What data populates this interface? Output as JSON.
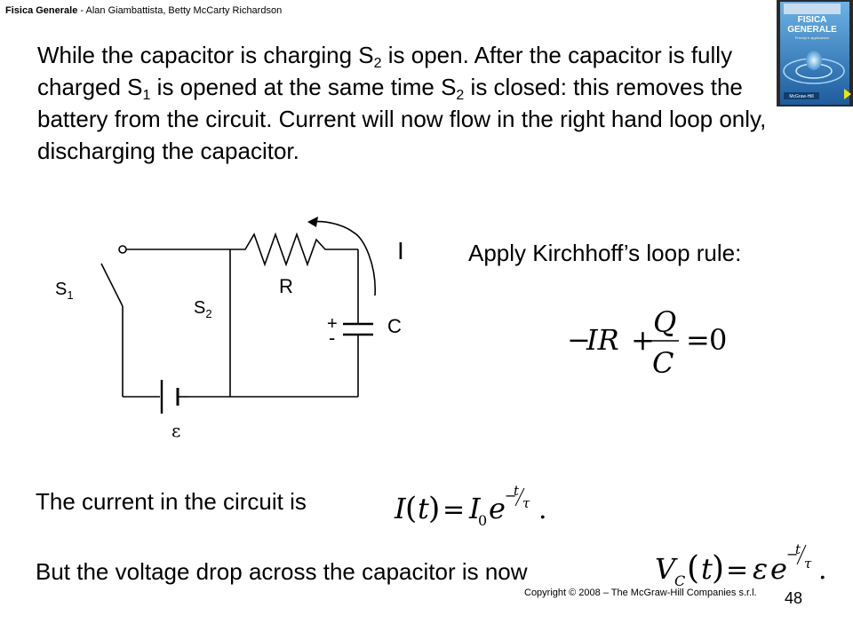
{
  "header": {
    "title_bold": "Fisica Generale",
    "title_rest": " - Alan Giambattista, Betty McCarty Richardson"
  },
  "cover": {
    "title_line1": "FISICA",
    "title_line2": "GENERALE",
    "subtitle": "Principi e applicazioni",
    "publisher": "McGraw-Hill",
    "colors": {
      "top": "#5aa0d8",
      "bottom": "#1d5c9e"
    }
  },
  "intro": {
    "t1": "While the capacitor is charging S",
    "s1": "2",
    "t2": " is open.  After the capacitor is fully charged S",
    "s2": "1",
    "t3": " is opened at the same time S",
    "s3": "2",
    "t4": " is closed: this removes the battery from the circuit.  Current will now flow in the right hand loop only, discharging the capacitor."
  },
  "circuit": {
    "switch1_label": "S",
    "switch1_sub": "1",
    "switch2_label": "S",
    "switch2_sub": "2",
    "resistor_label": "R",
    "capacitor_label": "C",
    "plus": "+",
    "minus": "-",
    "current_label": "I",
    "emf_label": "ε"
  },
  "kirchhoff": {
    "label": "Apply Kirchhoff’s loop rule:",
    "eq": {
      "minus": "−",
      "ir": "IR",
      "plus": "+",
      "num": "Q",
      "den": "C",
      "eq": "=",
      "zero": "0"
    }
  },
  "current": {
    "label": "The current in the circuit is",
    "eq": {
      "fn": "I",
      "open": "(",
      "t": "t",
      "close": ")",
      "eq": "=",
      "i": "I",
      "i_sub": "0",
      "e": "e",
      "exp_minus": "−",
      "exp_num": "t",
      "exp_den": "τ",
      "dot": "."
    }
  },
  "voltage": {
    "label": "But the voltage drop across the capacitor is now",
    "eq": {
      "fn": "V",
      "fn_sub": "C",
      "open": "(",
      "t": "t",
      "close": ")",
      "eq": "=",
      "eps": "ε",
      "e": "e",
      "exp_minus": "−",
      "exp_num": "t",
      "exp_den": "τ",
      "dot": "."
    }
  },
  "footer": {
    "copyright": "Copyright © 2008 – The McGraw-Hill Companies s.r.l.",
    "page": "48"
  }
}
